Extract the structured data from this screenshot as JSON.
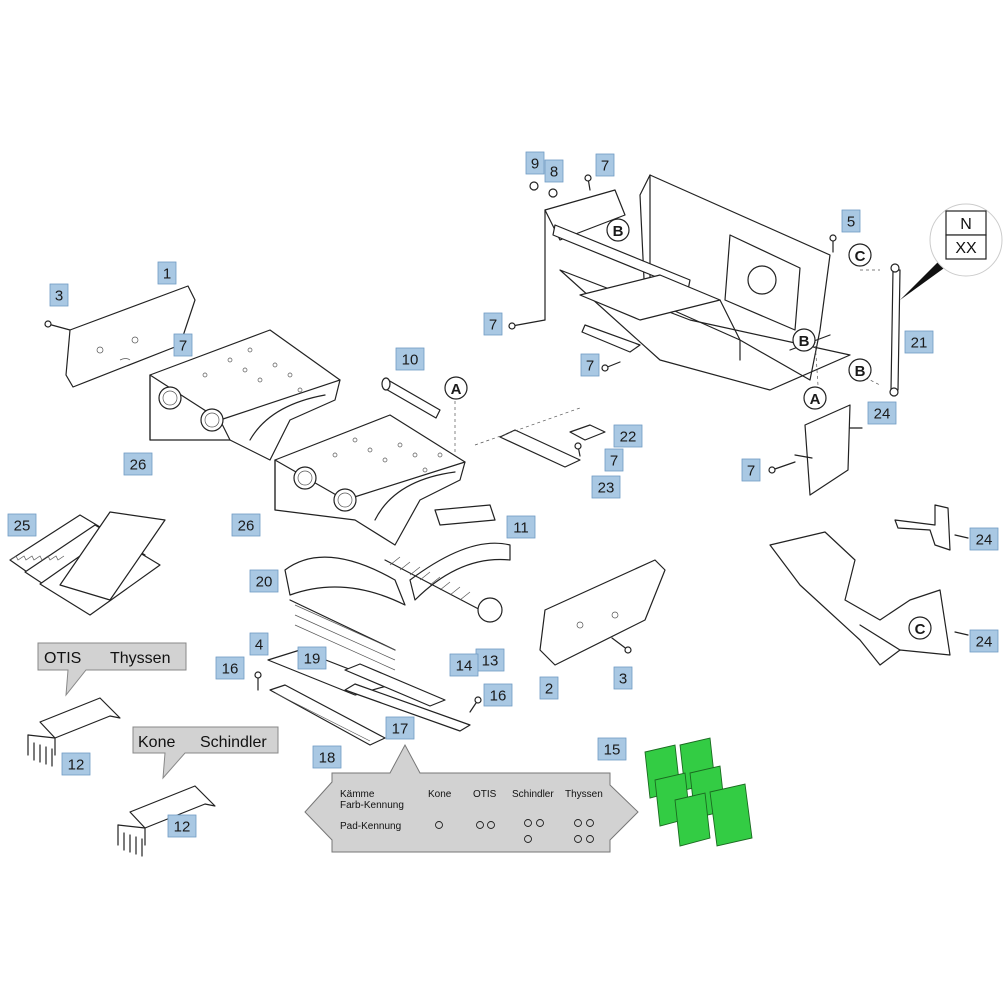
{
  "labels": [
    {
      "id": "p1",
      "text": "1"
    },
    {
      "id": "p3a",
      "text": "3"
    },
    {
      "id": "p7a",
      "text": "7"
    },
    {
      "id": "p26a",
      "text": "26"
    },
    {
      "id": "p10",
      "text": "10"
    },
    {
      "id": "p26b",
      "text": "26"
    },
    {
      "id": "p25",
      "text": "25"
    },
    {
      "id": "p20",
      "text": "20"
    },
    {
      "id": "p11",
      "text": "11"
    },
    {
      "id": "p19",
      "text": "19"
    },
    {
      "id": "p13",
      "text": "13"
    },
    {
      "id": "p14",
      "text": "14"
    },
    {
      "id": "p4",
      "text": "4"
    },
    {
      "id": "p16a",
      "text": "16"
    },
    {
      "id": "p16b",
      "text": "16"
    },
    {
      "id": "p17",
      "text": "17"
    },
    {
      "id": "p18",
      "text": "18"
    },
    {
      "id": "p2",
      "text": "2"
    },
    {
      "id": "p3b",
      "text": "3"
    },
    {
      "id": "p22",
      "text": "22"
    },
    {
      "id": "p7b",
      "text": "7"
    },
    {
      "id": "p23",
      "text": "23"
    },
    {
      "id": "p9",
      "text": "9"
    },
    {
      "id": "p8",
      "text": "8"
    },
    {
      "id": "p7c",
      "text": "7"
    },
    {
      "id": "p5",
      "text": "5"
    },
    {
      "id": "p21",
      "text": "21"
    },
    {
      "id": "p7d",
      "text": "7"
    },
    {
      "id": "p7e",
      "text": "7"
    },
    {
      "id": "p24a",
      "text": "24"
    },
    {
      "id": "p7f",
      "text": "7"
    },
    {
      "id": "p24b",
      "text": "24"
    },
    {
      "id": "p24c",
      "text": "24"
    },
    {
      "id": "p12a",
      "text": "12"
    },
    {
      "id": "p12b",
      "text": "12"
    },
    {
      "id": "p15",
      "text": "15"
    }
  ],
  "markers": [
    {
      "id": "mA1",
      "text": "A"
    },
    {
      "id": "mA2",
      "text": "A"
    },
    {
      "id": "mB1",
      "text": "B"
    },
    {
      "id": "mB2",
      "text": "B"
    },
    {
      "id": "mB3",
      "text": "B"
    },
    {
      "id": "mC1",
      "text": "C"
    },
    {
      "id": "mC2",
      "text": "C"
    }
  ],
  "nameplate": {
    "top": "N",
    "bottom": "XX"
  },
  "callouts": {
    "otis": "OTIS",
    "thyssen": "Thyssen",
    "kone": "Kone",
    "schindler": "Schindler"
  },
  "legend": {
    "row1_line1": "Kämme",
    "row1_line2": "Farb-Kennung",
    "row2": "Pad-Kennung",
    "kone": "Kone",
    "otis": "OTIS",
    "schindler": "Schindler",
    "thyssen": "Thyssen"
  },
  "colors": {
    "label_bg": "#a9c8e3",
    "label_border": "#6f9bc4",
    "kone": "#1e90e8",
    "schindler": "#22c02a",
    "thyssen": "#d6d6d6",
    "callout_bg": "#d2d2d2",
    "pad_green": "#33cc44"
  }
}
